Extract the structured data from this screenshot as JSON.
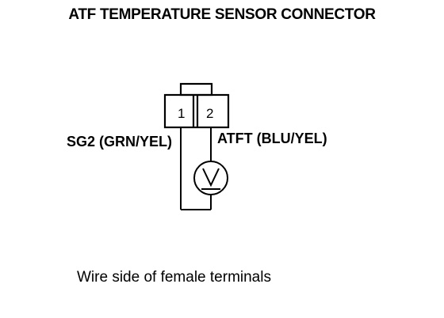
{
  "title": "ATF TEMPERATURE SENSOR CONNECTOR",
  "connector": {
    "terminal_1": "1",
    "terminal_2": "2"
  },
  "wires": {
    "left_label": "SG2 (GRN/YEL)",
    "right_label": "ATFT (BLU/YEL)"
  },
  "meter": {
    "symbol": "V",
    "icon": "voltmeter-icon"
  },
  "caption": "Wire side of female terminals",
  "colors": {
    "line": "#000000",
    "background": "#ffffff"
  }
}
